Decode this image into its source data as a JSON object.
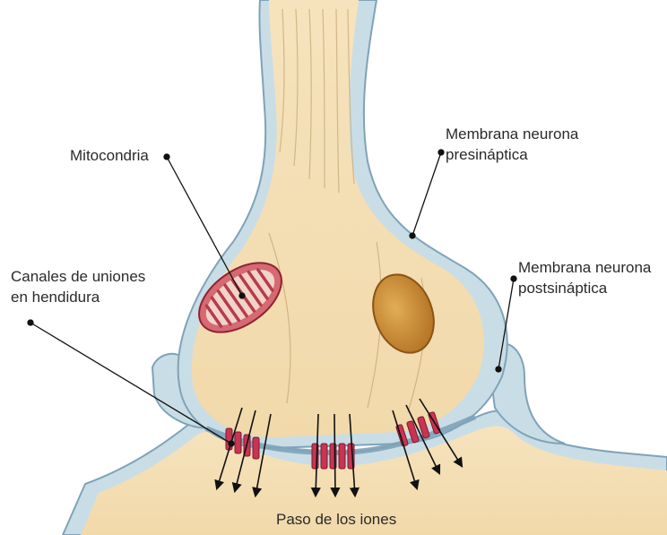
{
  "labels": {
    "mitochondria": {
      "text": "Mitocondria"
    },
    "presynaptic": {
      "line1": "Membrana neurona",
      "line2": "presináptica"
    },
    "postsynaptic": {
      "line1": "Membrana neurona",
      "line2": "postsináptica"
    },
    "gap_junction": {
      "line1": "Canales de uniones",
      "line2": "en hendidura"
    },
    "ion_flow": {
      "text": "Paso de los iones"
    }
  },
  "colors": {
    "cytoplasm": "#f3dfb5",
    "membrane": "#c9dde6",
    "membrane_edge": "#7fa3b8",
    "mitochondrion_red": "#b83a4a",
    "mitochondrion_gold": "#c98a2e",
    "channel": "#c93452",
    "leader_line": "#111111"
  }
}
